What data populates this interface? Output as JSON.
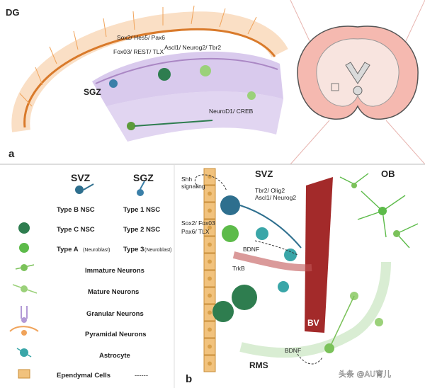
{
  "panel_a": {
    "panel_letter": "a",
    "region_label": "DG",
    "zone_label": "SGZ",
    "markers_top": "Sox2/ Hes5/ Pax6",
    "markers_mid": "Ascl1/ Neurog2/ Tbr2",
    "markers_left": "Fox03/ REST/ TLX",
    "markers_low": "NeuroD1/ CREB"
  },
  "legend": {
    "header_svz": "SVZ",
    "header_sgz": "SGZ",
    "rows": [
      {
        "svz": "Type B NSC",
        "sgz": "Type 1 NSC"
      },
      {
        "svz": "Type C NSC",
        "sgz": "Type 2 NSC"
      },
      {
        "svz": "Type A",
        "svz_note": "(Neuroblast)",
        "sgz": "Type 3",
        "sgz_note": "(Neuroblast)"
      }
    ],
    "single_rows": [
      "Immature Neurons",
      "Mature Neurons",
      "Granular Neurons",
      "Pyramidal Neurons",
      "Astrocyte",
      "Ependymal Cells"
    ],
    "ependymal_sgz": "------"
  },
  "panel_b": {
    "panel_letter": "b",
    "zone_label": "SVZ",
    "ob_label": "OB",
    "rms_label": "RMS",
    "bv_label": "BV",
    "shh_line1": "Shh",
    "shh_line2": "signaling",
    "tbr_line1": "Tbr2/ Olig2",
    "tbr_line2": "Ascl1/ Neurog2",
    "sox_line1": "Sox2/ Fox03",
    "sox_line2": "Pax6/ TLX",
    "bdnf_top": "BDNF",
    "trkb": "TrkB",
    "bdnf_bottom": "BDNF"
  },
  "watermark": "头条 @AU育儿",
  "colors": {
    "orange": "#f0a35a",
    "purple": "#c9b3e6",
    "dark_green": "#2e7d4f",
    "light_green": "#9bd17a",
    "teal": "#3aa6a8",
    "blood_vessel": "#a32a2a",
    "brain_cortex": "#f5b9b0",
    "ependymal": "#f1c27d"
  }
}
